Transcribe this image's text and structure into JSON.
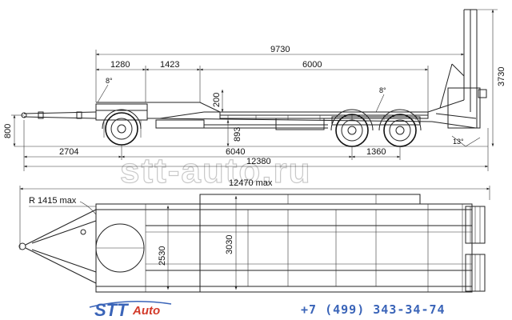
{
  "side_view": {
    "dims": {
      "d1280": "1280",
      "d1423": "1423",
      "d9730": "9730",
      "d6000": "6000",
      "d3730": "3730",
      "d200": "200",
      "d893": "893",
      "d800": "800",
      "d2704": "2704",
      "d6040": "6040",
      "d1360": "1360",
      "d12380": "12380"
    },
    "angles": {
      "a_front": "8°",
      "a_rear": "8°",
      "a_ramp": "13°"
    }
  },
  "top_view": {
    "dims": {
      "length": "12470 max",
      "radius": "R 1415 max",
      "width_outer": "3030",
      "width_inner": "2530"
    }
  },
  "watermark": "stt-auto.ru",
  "logo": {
    "part1": "STT",
    "part2": "Auto"
  },
  "phone": "+7 (499) 343-34-74",
  "colors": {
    "logo_blue": "#3a64b8",
    "logo_red": "#d23a2a",
    "watermark": "#c9c9c9"
  }
}
